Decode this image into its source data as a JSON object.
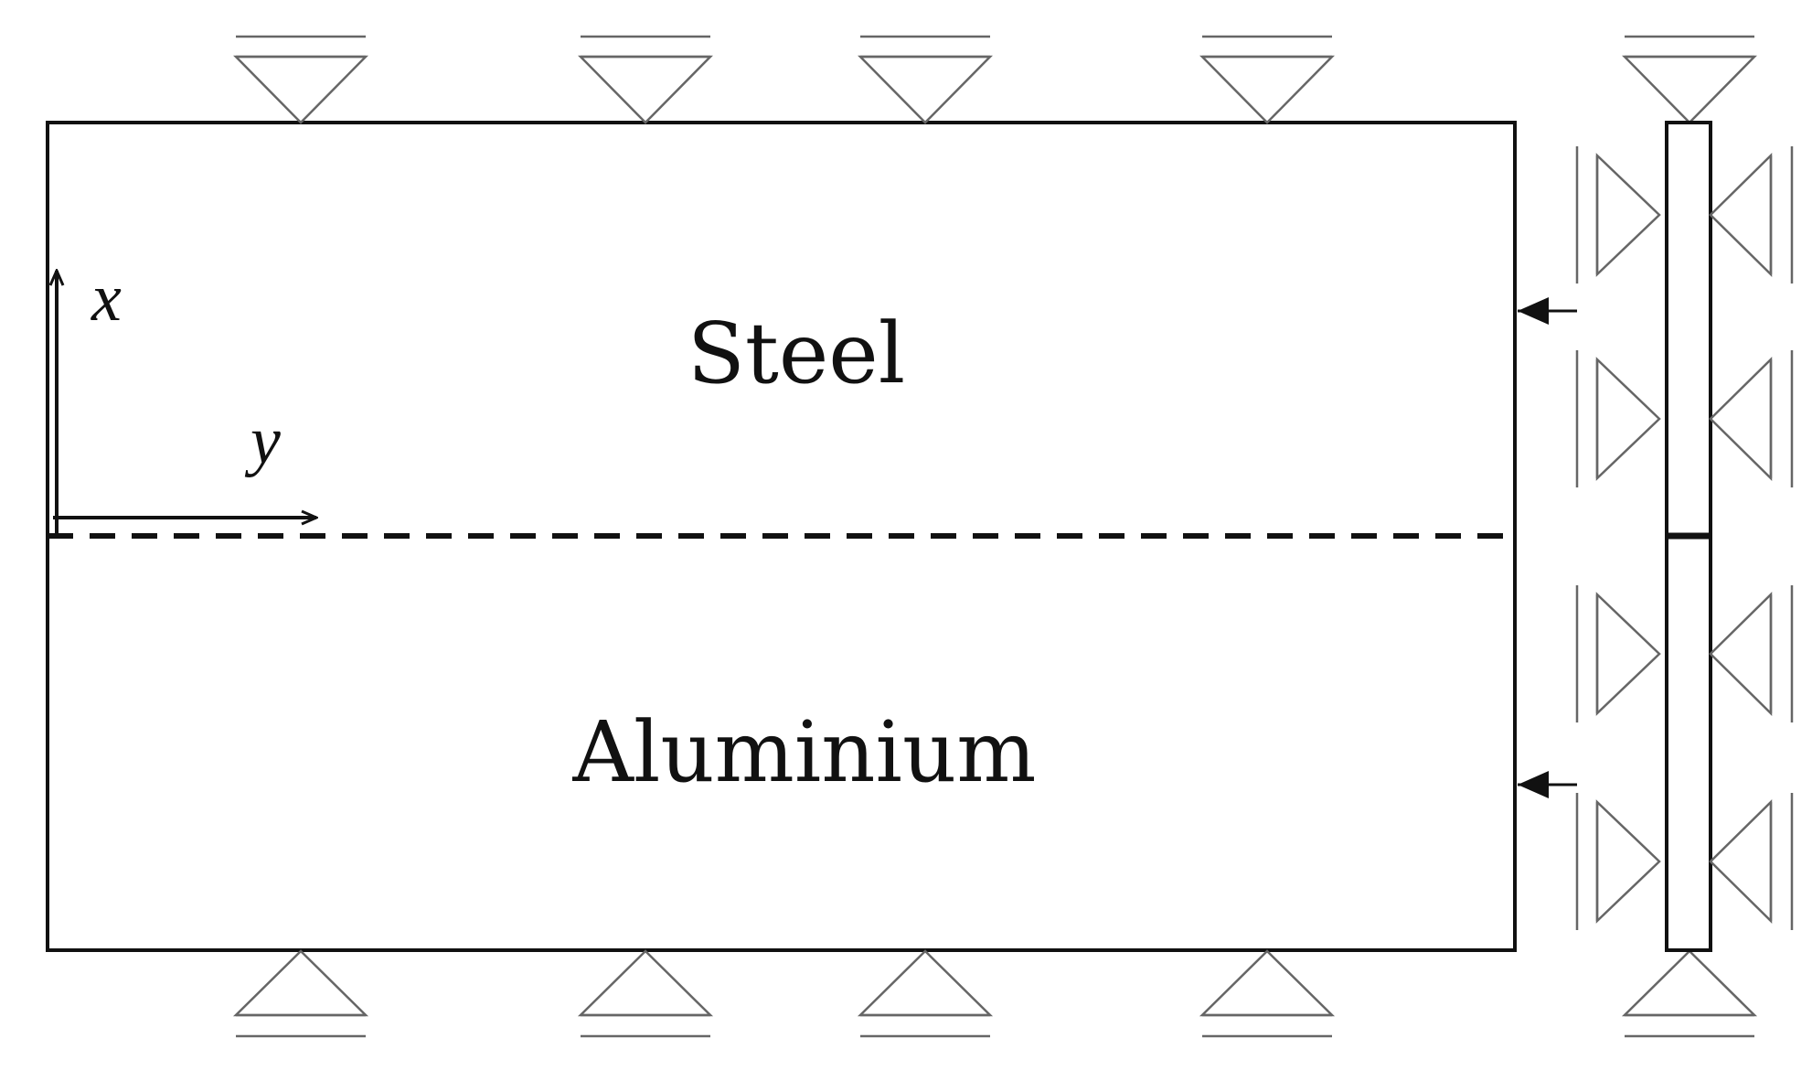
{
  "labels": {
    "upper_material": "Steel",
    "lower_material": "Aluminium",
    "axis_x": "x",
    "axis_y": "y"
  },
  "colors": {
    "outline": "#111111",
    "support": "#666666",
    "background": "#ffffff"
  }
}
